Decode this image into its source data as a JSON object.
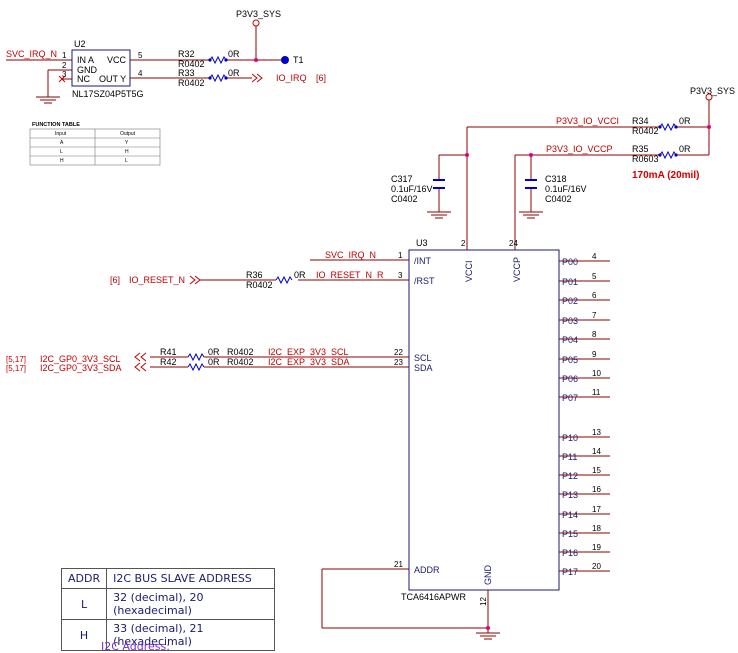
{
  "power": {
    "p3v3_sys_top": "P3V3_SYS",
    "p3v3_sys_right": "P3V3_SYS"
  },
  "u2": {
    "ref": "U2",
    "part": "NL17SZ04P5T5G",
    "pins": {
      "p1_num": "1",
      "p1_name": "IN A",
      "p2_num": "2",
      "p2_name": "GND",
      "p3_num": "3",
      "p3_name": "NC",
      "p5_num": "5",
      "p5_name": "VCC",
      "p4_num": "4",
      "p4_name": "OUT Y"
    },
    "input_net": "SVC_IRQ_N"
  },
  "function_table": {
    "title": "FUNCTION TABLE",
    "headers": [
      "Input",
      "Output"
    ],
    "rows": [
      [
        "A",
        "Y"
      ],
      [
        "L",
        "H"
      ],
      [
        "H",
        "L"
      ]
    ]
  },
  "resistors": {
    "r32": {
      "ref": "R32",
      "val": "0R",
      "pkg": "R0402"
    },
    "r33": {
      "ref": "R33",
      "val": "0R",
      "pkg": "R0402"
    },
    "r34": {
      "ref": "R34",
      "val": "0R",
      "pkg": "R0402"
    },
    "r35": {
      "ref": "R35",
      "val": "0R",
      "pkg": "R0603"
    },
    "r36": {
      "ref": "R36",
      "val": "0R",
      "pkg": "R0402"
    },
    "r41": {
      "ref": "R41",
      "val": "0R",
      "pkg": "R0402"
    },
    "r42": {
      "ref": "R42",
      "val": "0R",
      "pkg": "R0402"
    }
  },
  "testpoint": "T1",
  "io_irq": {
    "net": "IO_IRQ",
    "sheet": "[6]"
  },
  "io_reset": {
    "net": "IO_RESET_N",
    "sheet": "[6]",
    "local": "IO_RESET_N_R"
  },
  "nets": {
    "p3v3_io_vcci": "P3V3_IO_VCCI",
    "p3v3_io_vccp": "P3V3_IO_VCCP",
    "current_note": "170mA (20mil)",
    "svc_irq_n": "SVC_IRQ_N",
    "i2c_exp_scl": "I2C_EXP_3V3_SCL",
    "i2c_exp_sda": "I2C_EXP_3V3_SDA",
    "i2c_scl_off": "I2C_GP0_3V3_SCL",
    "i2c_sda_off": "I2C_GP0_3V3_SDA",
    "i2c_sheet_scl": "[5,17]",
    "i2c_sheet_sda": "[5,17]"
  },
  "capacitors": {
    "c317": {
      "ref": "C317",
      "val": "0.1uF/16V",
      "pkg": "C0402"
    },
    "c318": {
      "ref": "C318",
      "val": "0.1uF/16V",
      "pkg": "C0402"
    }
  },
  "u3": {
    "ref": "U3",
    "part": "TCA6416APWR",
    "left_pins": [
      {
        "num": "1",
        "name": "/INT"
      },
      {
        "num": "3",
        "name": "/RST"
      },
      {
        "num": "22",
        "name": "SCL"
      },
      {
        "num": "23",
        "name": "SDA"
      },
      {
        "num": "21",
        "name": "ADDR"
      }
    ],
    "top_pins": [
      {
        "num": "2",
        "name": "VCCI"
      },
      {
        "num": "24",
        "name": "VCCP"
      }
    ],
    "bottom_pin": {
      "num": "12",
      "name": "GND"
    },
    "right_pins": [
      {
        "num": "4",
        "name": "P00"
      },
      {
        "num": "5",
        "name": "P01"
      },
      {
        "num": "6",
        "name": "P02"
      },
      {
        "num": "7",
        "name": "P03"
      },
      {
        "num": "8",
        "name": "P04"
      },
      {
        "num": "9",
        "name": "P05"
      },
      {
        "num": "10",
        "name": "P06"
      },
      {
        "num": "11",
        "name": "P07"
      },
      {
        "num": "13",
        "name": "P10"
      },
      {
        "num": "14",
        "name": "P11"
      },
      {
        "num": "15",
        "name": "P12"
      },
      {
        "num": "16",
        "name": "P13"
      },
      {
        "num": "17",
        "name": "P14"
      },
      {
        "num": "18",
        "name": "P15"
      },
      {
        "num": "19",
        "name": "P16"
      },
      {
        "num": "20",
        "name": "P17"
      }
    ]
  },
  "addr_table": {
    "headers": [
      "ADDR",
      "I2C BUS SLAVE ADDRESS"
    ],
    "rows": [
      [
        "L",
        "32 (decimal), 20 (hexadecimal)"
      ],
      [
        "H",
        "33 (decimal), 21 (hexadecimal)"
      ]
    ]
  },
  "i2c_address_label": "I2C Address:",
  "colors": {
    "wire": "#8b0000",
    "net": "#c00000",
    "label": "#1a1a6e",
    "junction": "#e0007a",
    "note": "#7a2fd6"
  }
}
